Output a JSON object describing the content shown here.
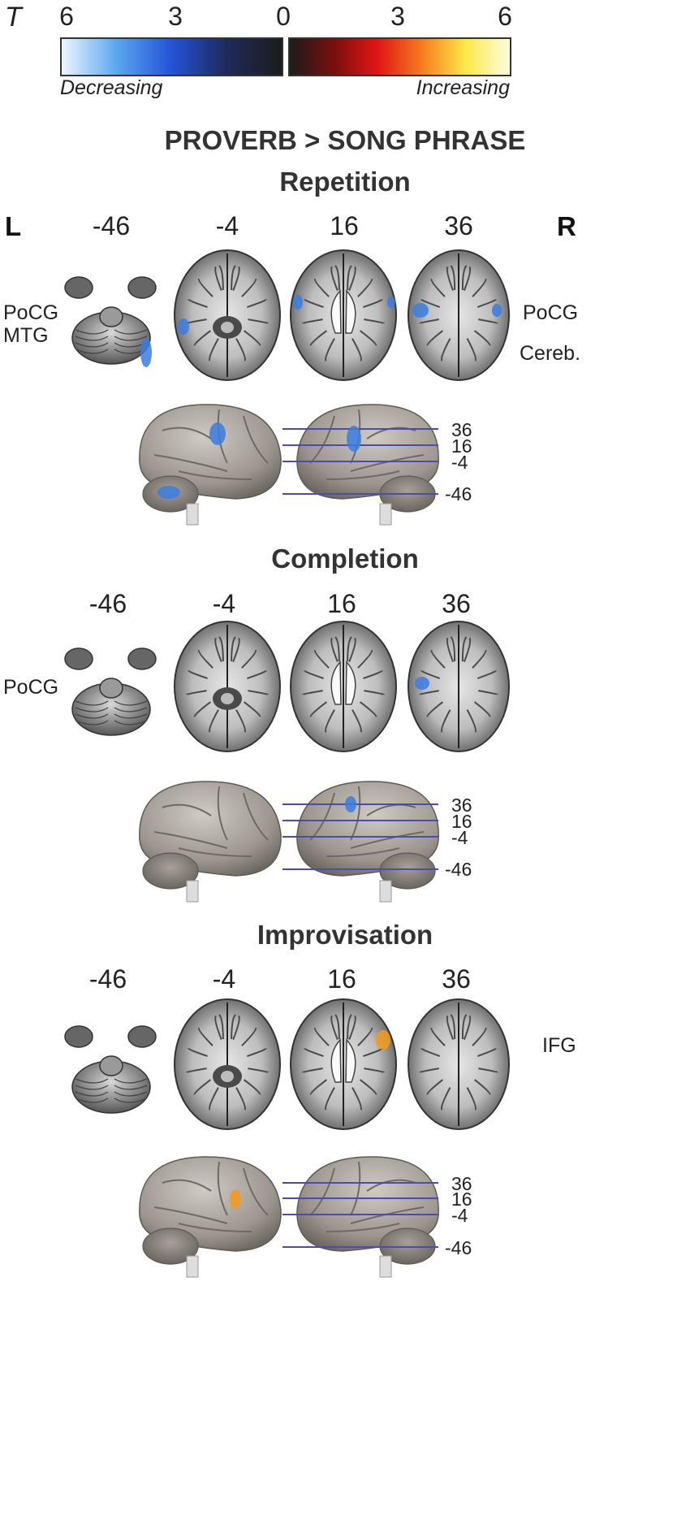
{
  "colorbar": {
    "t_label": "T",
    "left_ticks": [
      "6",
      "3",
      "0"
    ],
    "right_ticks": [
      "3",
      "6"
    ],
    "left_caption": "Decreasing",
    "right_caption": "Increasing",
    "decreasing_colors": [
      "#eef7fd",
      "#5aa6ee",
      "#2453d6",
      "#1e2a5a",
      "#1c1c1c"
    ],
    "increasing_colors": [
      "#1c1c1c",
      "#7a0e0e",
      "#e21616",
      "#f47c20",
      "#fde84a",
      "#fdfbe0"
    ]
  },
  "title": "PROVERB > SONG PHRASE",
  "hemi_left": "L",
  "hemi_right": "R",
  "sections": [
    {
      "name": "Repetition",
      "slices": [
        "-46",
        "-4",
        "16",
        "36"
      ],
      "left_labels": [
        "PoCG",
        "MTG"
      ],
      "right_labels": [
        "PoCG",
        "Cereb."
      ],
      "levels": [
        "36",
        "16",
        "-4",
        "-46"
      ],
      "activation_color": "#3b7de0"
    },
    {
      "name": "Completion",
      "slices": [
        "-46",
        "-4",
        "16",
        "36"
      ],
      "left_labels": [
        "PoCG"
      ],
      "right_labels": [],
      "levels": [
        "36",
        "16",
        "-4",
        "-46"
      ],
      "activation_color": "#3b7de0"
    },
    {
      "name": "Improvisation",
      "slices": [
        "-46",
        "-4",
        "16",
        "36"
      ],
      "left_labels": [],
      "right_labels": [
        "IFG"
      ],
      "levels": [
        "36",
        "16",
        "-4",
        "-46"
      ],
      "activation_color": "#f39a1a"
    }
  ]
}
